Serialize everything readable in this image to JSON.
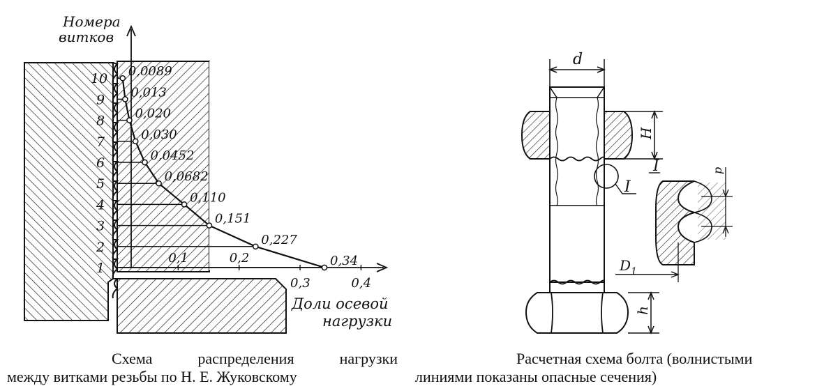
{
  "figure_left": {
    "y_axis_title": [
      "Номера",
      "витков"
    ],
    "x_axis_title": [
      "Доли осевой",
      "нагрузки"
    ],
    "turn_numbers": [
      "10",
      "9",
      "8",
      "7",
      "6",
      "5",
      "4",
      "3",
      "2",
      "1"
    ],
    "load_shares": [
      "0,0089",
      "0,013",
      "0,020",
      "0,030",
      "0,0452",
      "0,0682",
      "0,110",
      "0,151",
      "0,227",
      "0,34"
    ],
    "x_ticks_inside": [
      "0,1",
      "0,2"
    ],
    "x_ticks_below": [
      "0,3",
      "0,4"
    ],
    "caption_words": [
      "Схема",
      "распределения",
      "нагрузки"
    ],
    "caption_line2": "между витками резьбы по Н. Е. Жуковскому"
  },
  "chart_data": {
    "type": "line",
    "x": [
      0.0089,
      0.013,
      0.02,
      0.03,
      0.0452,
      0.0682,
      0.11,
      0.151,
      0.227,
      0.34
    ],
    "y": [
      10,
      9,
      8,
      7,
      6,
      5,
      4,
      3,
      2,
      1
    ],
    "point_labels": [
      "0,0089",
      "0,013",
      "0,020",
      "0,030",
      "0,0452",
      "0,0682",
      "0,110",
      "0,151",
      "0,227",
      "0,34"
    ],
    "xlabel": "Доли осевой нагрузки",
    "ylabel": "Номера витков",
    "xlim": [
      0,
      0.4
    ],
    "ylim": [
      1,
      10
    ]
  },
  "figure_right": {
    "dim_d": "d",
    "dim_H": "H",
    "dim_h": "h",
    "dim_D1": "D",
    "dim_D1_sub": "1",
    "dim_p": "p",
    "detail_label": "I",
    "detail_label_zoom": "I",
    "caption_line1": "Расчетная схема болта (волнистыми",
    "caption_line2": "линиями показаны опасные сечения)"
  }
}
